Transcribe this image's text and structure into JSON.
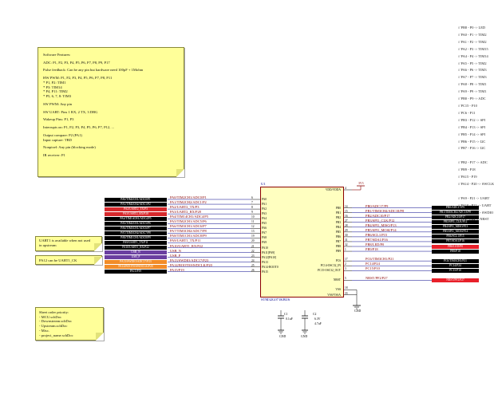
{
  "software_note": {
    "lines": [
      "Software Features:",
      "",
      "ADC: P1, P2, P3, P4, P5, P6, P7, P8, P9, P17",
      "",
      "Pulse feedback: Can be any pin but hardware need 100pF + 1Mohm",
      "",
      "HW PWM: P1, P2, P3, P4, P5, P6, P7, P8, P11",
      "  * P1, P2: TIM1",
      "  * P3: TIM14",
      "  * P4, P11: TIM2",
      "  * P5, 6, 7, 8: TIM3",
      "",
      "SW PWM: Any pin",
      "",
      "SW UART: Pins 1 RX, 2 TX, 3 DBG",
      "",
      "Wakeup Pins: P1, P3",
      "",
      "Interrupts on: P1, P2, P3, P4, P5, P6, P7, P12, ...",
      "",
      "Output compare: P2 (PA1)",
      "Input capture: TBD",
      "",
      "Nonpixel: Any pin (blocking mode)",
      "",
      "IR receiver: P1"
    ]
  },
  "uart_note": {
    "lines": [
      "UART1 is available when not used",
      "in upstream"
    ]
  },
  "pa12_note": {
    "lines": [
      "PA12 can be UART1_CK"
    ]
  },
  "sheet_note": {
    "lines": [
      "Sheet order priority:",
      "- MCU.schDoc",
      "- Downstream.schDoc",
      "- Upstream.schDoc",
      "- Misc.",
      "- project_name.schDoc"
    ]
  },
  "chip": {
    "designator": "U1",
    "part": "STM32G071KBU6",
    "left_pins": [
      {
        "num": "6",
        "name": "PA0"
      },
      {
        "num": "7",
        "name": "PA1"
      },
      {
        "num": "8",
        "name": "PA2"
      },
      {
        "num": "9",
        "name": "PA3"
      },
      {
        "num": "10",
        "name": "PA4"
      },
      {
        "num": "11",
        "name": "PA5"
      },
      {
        "num": "12",
        "name": "PA6"
      },
      {
        "num": "13",
        "name": "PA7"
      },
      {
        "num": "19",
        "name": "PA8"
      },
      {
        "num": "20",
        "name": "PA9"
      },
      {
        "num": "21",
        "name": "PA10"
      },
      {
        "num": "22",
        "name": "PA11[PA9]"
      },
      {
        "num": "23",
        "name": "PA12[PA10]"
      },
      {
        "num": "24",
        "name": "PA13"
      },
      {
        "num": "25",
        "name": "PA14-BOOT0"
      },
      {
        "num": "26",
        "name": "PA15"
      }
    ],
    "right_pins": [
      {
        "num": "4",
        "name": "VDD/VDDA"
      },
      {
        "num": "14",
        "name": "PB0"
      },
      {
        "num": "15",
        "name": "PB1"
      },
      {
        "num": "16",
        "name": "PB2"
      },
      {
        "num": "27",
        "name": "PB3"
      },
      {
        "num": "28",
        "name": "PB4"
      },
      {
        "num": "29",
        "name": "PB5"
      },
      {
        "num": "30",
        "name": "PB6"
      },
      {
        "num": "31",
        "name": "PB7"
      },
      {
        "num": "32",
        "name": "PB8"
      },
      {
        "num": "1",
        "name": "PB9"
      },
      {
        "num": "17",
        "name": "PC6"
      },
      {
        "num": "2",
        "name": "PC14-OSC32_IN"
      },
      {
        "num": "3",
        "name": "PC15-OSC32_OUT"
      },
      {
        "num": "5",
        "name": "NRST"
      },
      {
        "num": "18",
        "name": "VSS"
      },
      {
        "num": "33",
        "name": "VSS/VSSA"
      }
    ]
  },
  "left_nets": [
    "PA0/TIM2CH1/ADC0/P1",
    "PA1/TIM2CH2/ADC1/P2",
    "PA2/UART2_TX/P3",
    "PA3/UART2_RX/P28",
    "PA4/TIM14CH1/ADC4/P5",
    "PA5/TIM2CH1/ADC5/P6",
    "PA6/TIM3CH1/ADC6/P7",
    "PA7/TIM3CH2/ADC7/P8",
    "PA8/TIM1CH1/ADC8/P9",
    "PA9/UART1_TX/P11",
    "PA10/UART1_RX/P22",
    "USB_N",
    "USB_P",
    "PA13/SWDIO/ADC17/P23",
    "PA14/BOOT0/SWDCLK/P20",
    "PA15/P19"
  ],
  "left_tags": [
    {
      "text": "PA0/TIM2CH1/ADC0/P1",
      "color": "#000000"
    },
    {
      "text": "PA1/TIM2CH2/ADC1/P2",
      "color": "#000000"
    },
    {
      "text": "PA2/UART2_TX/P3",
      "color": "#d6282c"
    },
    {
      "text": "PA3/UART2_RX/P28",
      "color": "#d6282c"
    },
    {
      "text": "PA4/TIM14CH1/ADC4/P5",
      "color": "#000000"
    },
    {
      "text": "PA5/TIM2CH1/ADC5/P6",
      "color": "#000000"
    },
    {
      "text": "PA6/TIM3CH1/ADC6/P7",
      "color": "#000000"
    },
    {
      "text": "PA7/TIM3CH2/ADC7/P8",
      "color": "#000000"
    },
    {
      "text": "PA8/TIM1CH1/ADC8/P9",
      "color": "#000000"
    },
    {
      "text": "PA9/UART1_TX/P11",
      "color": "#000000"
    },
    {
      "text": "PA10/UART1_RX/P22",
      "color": "#000000"
    },
    {
      "text": "USB_N",
      "color": "#6a3fa0"
    },
    {
      "text": "USB_P",
      "color": "#6a3fa0"
    },
    {
      "text": "PA13/SWDIO/ADC17/P23",
      "color": "#f28c28"
    },
    {
      "text": "PA14/BOOT0/SWDCLK/P20",
      "color": "#f28c28"
    },
    {
      "text": "PA15/P19",
      "color": "#000000"
    }
  ],
  "right_nets": [
    "PB0/ADC17/P9",
    "PB1/TIM3CH4/ADC18/P8",
    "PB2/ADC10/P17",
    "PB3/SPI1_CLK/P12",
    "PB4/SPI1_MISO/P13",
    "PB5/SPI1_MOSI/P14",
    "PB6/SCL1/P15",
    "PB7/SDA1/P16",
    "PB8/LED/P0",
    "PB9/P18",
    "PC6/TIM3CH1/P21",
    "PC14/P24",
    "PC15/P10",
    "NRST/PF2/P27"
  ],
  "right_tags": [
    {
      "text": "PB0/ADC17/P9",
      "color": "#000000"
    },
    {
      "text": "PB1/TIM3CH4/ADC18/P8",
      "color": "#000000"
    },
    {
      "text": "PB2/ADC10/P17",
      "color": "#000000"
    },
    {
      "text": "PB3/SPI1_CLK/P12",
      "color": "#000000"
    },
    {
      "text": "PB4/SPI1_MISO/P13",
      "color": "#000000"
    },
    {
      "text": "PB5/SPI1_MOSI/P14",
      "color": "#000000"
    },
    {
      "text": "PB6/SCL1/P15",
      "color": "#000000"
    },
    {
      "text": "PB7/SDA1/P16",
      "color": "#000000"
    },
    {
      "text": "PB8/LED/P0",
      "color": "#e8202a"
    },
    {
      "text": "PB9/P18",
      "color": "#000000"
    },
    {
      "text": "PC6/TIM3CH1/P21",
      "color": "#000000"
    },
    {
      "text": "PC14/P24",
      "color": "#000000"
    },
    {
      "text": "PC15/P10",
      "color": "#000000"
    },
    {
      "text": "NRST/PF2/P27",
      "color": "#e8202a"
    }
  ],
  "pin_map": [
    "// PB8   - P0 -> LED",
    "// PA0   - P1 -> TIM2",
    "// PA1   - P2 -> TIM2",
    "// PA2   - P3 -> TIM15",
    "// PA4   - P4 -> TIM14",
    "// PA5   - P5 -> TIM2",
    "// PA6   - P6 -> TIM3",
    "// PA7   - P7 -> TIM3",
    "// PA8   - P8 -> TIM1",
    "// PA9   - P9 -> TIM1",
    "// PB0   - P9 -> ADC",
    "// PC15  - P10",
    "// PC6   - P11",
    "// PB3   - P12 -> SPI",
    "// PB4   - P13 -> SPI",
    "// PB5   - P14 -> SPI",
    "// PB6   - P15 -> I2C",
    "// PB7   - P16 -> I2C",
    "",
    "// PB2   - P17 -> ADC",
    "// PB9   - P18",
    "// PA15  - P19",
    "// PA14  - P20 -> SWCLK",
    "",
    "// PA9   - P21 -> UART",
    "// PA10  - P22 -> UART",
    "// PA13  - P23 -> SWDIO",
    "// PF2   - P24 -> NRST"
  ],
  "power": {
    "vdd_label": "3V3",
    "gnd_label": "GND"
  },
  "caps": [
    {
      "designator": "C1",
      "value": "0.1uF",
      "rating": ""
    },
    {
      "designator": "C2",
      "value": "4.7uF",
      "rating": "6.3V"
    }
  ]
}
